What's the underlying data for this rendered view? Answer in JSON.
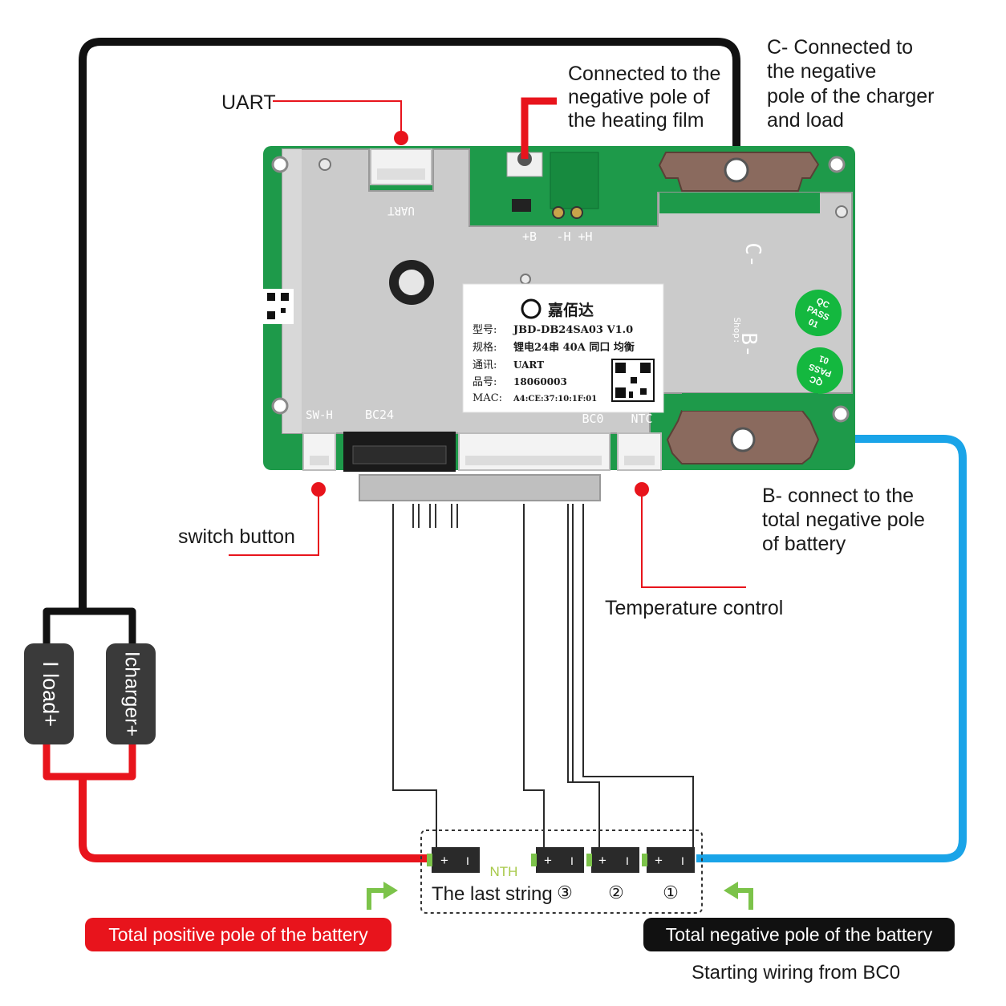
{
  "callouts": {
    "uart": "UART",
    "heating": [
      "Connected to the",
      "negative pole of",
      "the heating film"
    ],
    "c_minus": [
      "C- Connected to",
      "the negative",
      "pole of the charger",
      "and load"
    ],
    "b_minus": [
      "B- connect to the",
      "total negative pole",
      "of battery"
    ],
    "switch": "switch button",
    "temp": "Temperature control"
  },
  "board": {
    "silk_uart": "UART",
    "silk_b_plus": "+B",
    "silk_h": "-H +H",
    "silk_c_minus": "C-",
    "silk_b_minus": "B-",
    "silk_bc24": "BC24",
    "silk_bc0": "BC0",
    "silk_ntc": "NTC",
    "silk_sw": "SW-H",
    "silk_shop": "Shop:",
    "sticker": {
      "brand": "嘉佰达",
      "rows": [
        {
          "key": "型号:",
          "val": "JBD-DB24SA03 V1.0"
        },
        {
          "key": "规格:",
          "val": "锂电24串 40A 同口 均衡"
        },
        {
          "key": "通讯:",
          "val": "UART"
        },
        {
          "key": "品号:",
          "val": "18060003"
        },
        {
          "key": "MAC:",
          "val": "A4:CE:37:10:1F:01"
        }
      ]
    },
    "pass_stamp": [
      "QC",
      "PASS",
      "01"
    ]
  },
  "plugs": {
    "load": "I load+",
    "charger": "Icharger+"
  },
  "cells": {
    "nth": "NTH",
    "plus": "+",
    "minus": "I",
    "last_string": "The last string",
    "n3": "③",
    "n2": "②",
    "n1": "①"
  },
  "footer": {
    "positive": "Total positive pole of the battery",
    "negative": "Total negative pole of the battery",
    "start": "Starting wiring from BC0"
  },
  "colors": {
    "red_wire": "#e8141c",
    "black_wire": "#111111",
    "blue_wire": "#1aa4e8",
    "pcb_green": "#1e9a4a",
    "shield": "#c9c9c9",
    "arrow_green": "#7cc34a"
  }
}
